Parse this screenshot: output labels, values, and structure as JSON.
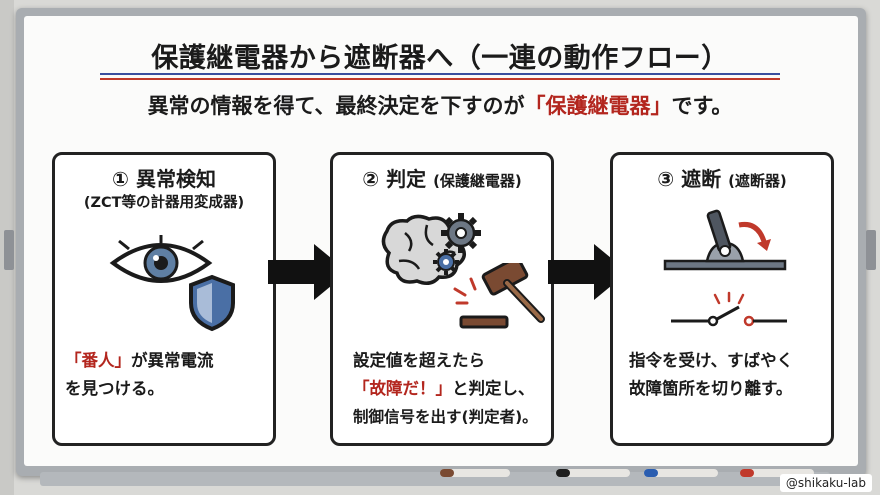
{
  "title": "保護継電器から遮断器へ（一連の動作フロー）",
  "subtitle": {
    "before": "異常の情報を得て、最終決定を下すのが",
    "highlight": "「保護継電器」",
    "after": "です。"
  },
  "panels": [
    {
      "heading": "① 異常検知",
      "sub": "(ZCT等の計器用変成器)",
      "line1_red": "「番人」",
      "line1_rest": "が異常電流",
      "line2": "を見つける。"
    },
    {
      "heading": "② 判定",
      "heading_small": "(保護継電器)",
      "line1": "設定値を超えたら",
      "line2_red": "「故障だ！」",
      "line2_rest": "と判定し、",
      "line3": "制御信号を出す(判定者)。"
    },
    {
      "heading": "③ 遮断",
      "heading_small": "(遮断器)",
      "line1": "指令を受け、すばやく",
      "line2": "故障箇所を切り離す。"
    }
  ],
  "watermark": "@shikaku-lab",
  "colors": {
    "accent_red": "#b3261e",
    "rule_blue": "#3a4fa0",
    "rule_red": "#c0392b",
    "ink": "#1b1b1b"
  },
  "icons": [
    "eye-icon",
    "shield-icon",
    "brain-icon",
    "gear-icon",
    "gavel-icon",
    "circuit-breaker-icon",
    "switch-icon"
  ]
}
